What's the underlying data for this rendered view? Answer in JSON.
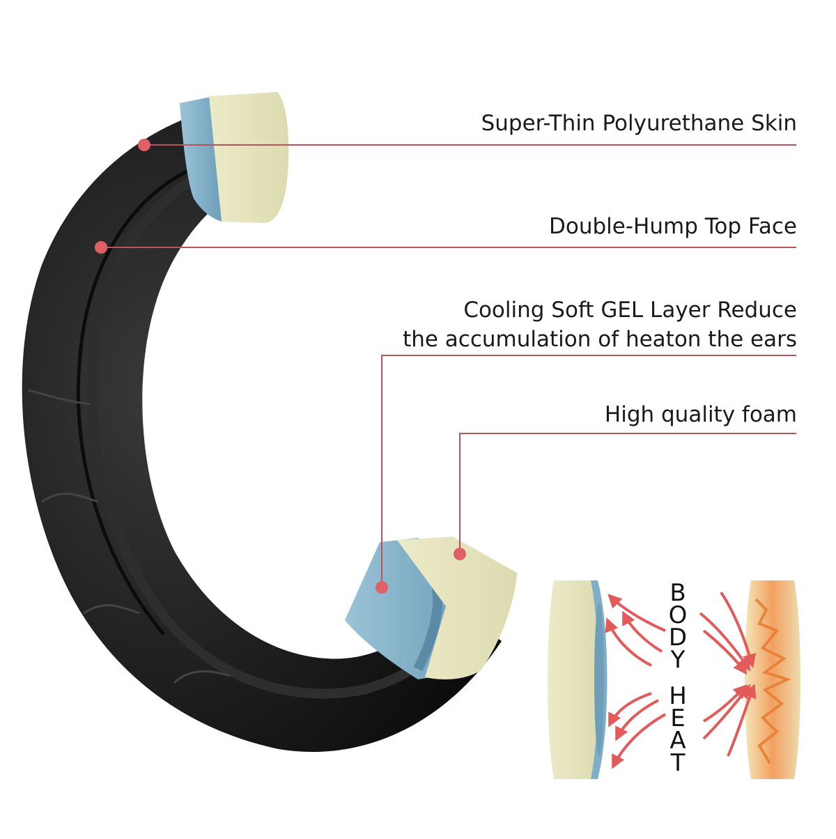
{
  "callouts": {
    "skin": "Super-Thin Polyurethane Skin",
    "hump": "Double-Hump Top Face",
    "gel_line1": "Cooling Soft GEL Layer Reduce",
    "gel_line2": "the accumulation of heaton the ears",
    "foam": "High quality foam"
  },
  "heat_diagram": {
    "word1": [
      "B",
      "O",
      "D",
      "Y"
    ],
    "word2": [
      "H",
      "E",
      "A",
      "T"
    ]
  },
  "colors": {
    "callout_line": "#b8555a",
    "callout_dot": "#e06068",
    "gel_blue": "#7faec6",
    "foam_cream": "#e7e6bf",
    "pad_black": "#1a1a1a",
    "arrow_red": "#e35a5a"
  }
}
